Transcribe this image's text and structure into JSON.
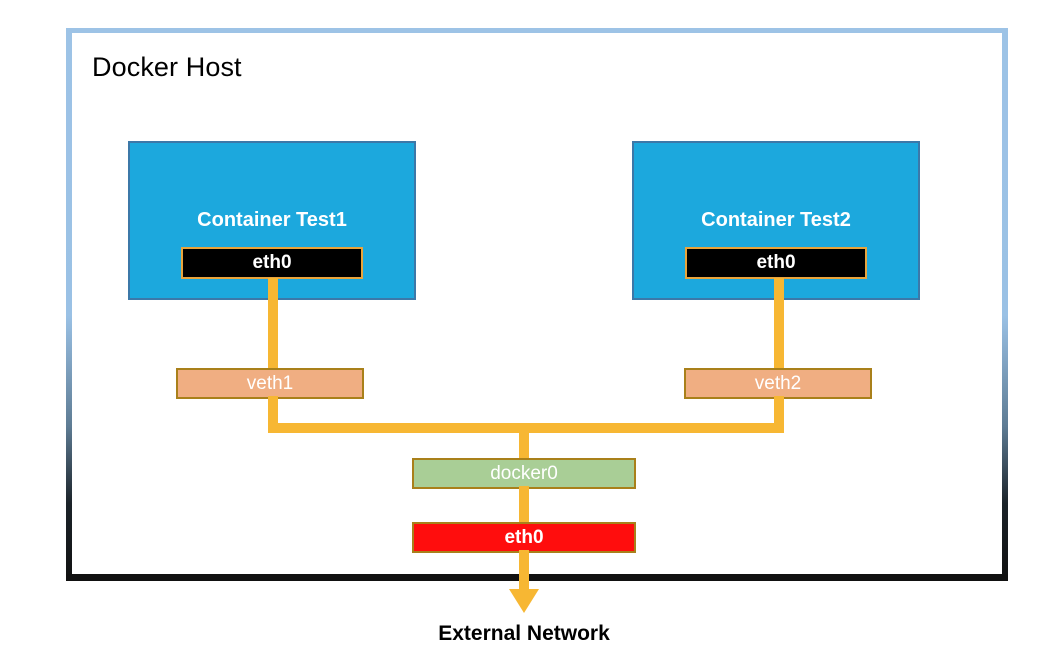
{
  "diagram": {
    "title": "Docker Host",
    "external_network_label": "External Network",
    "containers": [
      {
        "name": "Container Test1",
        "interface": "eth0"
      },
      {
        "name": "Container Test2",
        "interface": "eth0"
      }
    ],
    "veths": [
      {
        "name": "veth1"
      },
      {
        "name": "veth2"
      }
    ],
    "bridge": {
      "name": "docker0"
    },
    "host_interface": {
      "name": "eth0"
    }
  },
  "colors": {
    "host_border_top": "#9DC3E6",
    "host_border_bottom": "#111111",
    "container_fill": "#1CA8DD",
    "container_border": "#3C78A8",
    "container_eth_fill": "#000000",
    "container_eth_border": "#E9A43C",
    "veth_fill": "#F0AE82",
    "box_border": "#A9801A",
    "bridge_fill": "#A9CE96",
    "host_eth_fill": "#FF0D0D",
    "connector": "#F7B733",
    "text_light": "#FFFFFF",
    "text_dark": "#000000"
  }
}
